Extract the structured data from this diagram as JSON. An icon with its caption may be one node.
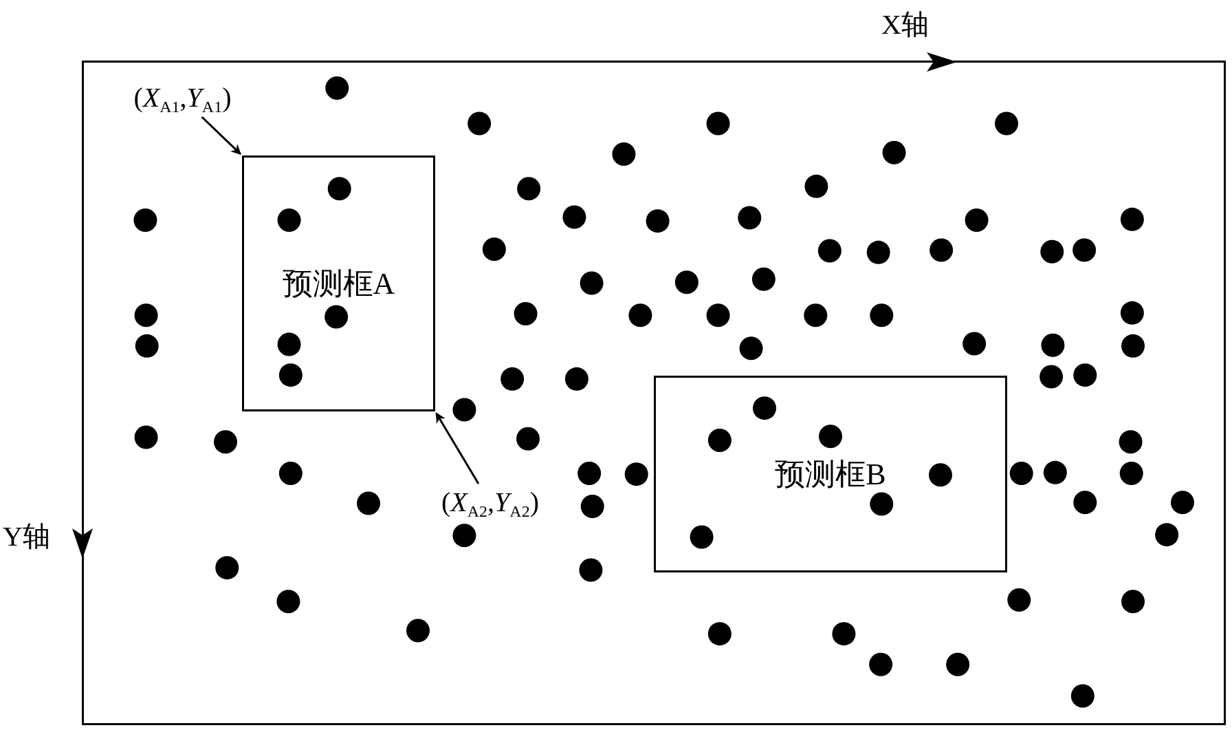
{
  "diagram": {
    "nodes": [
      {
        "text": [
          "预测框A"
        ]
      },
      {
        "text": [
          "预测框B"
        ]
      },
      {
        "text": [
          "(*X*$_{A1}$,*Y*$_{A1}$)"
        ]
      },
      {
        "text": [
          "(*X*$_{A2}$,*Y*$_{A2}$)"
        ]
      }
    ],
    "edges": [
      {
        "from": 2,
        "to": 0,
        "arrow": "to"
      },
      {
        "from": 3,
        "to": 0,
        "arrow": "to"
      }
    ],
    "labels": [
      "X轴",
      "Y轴"
    ]
  }
}
